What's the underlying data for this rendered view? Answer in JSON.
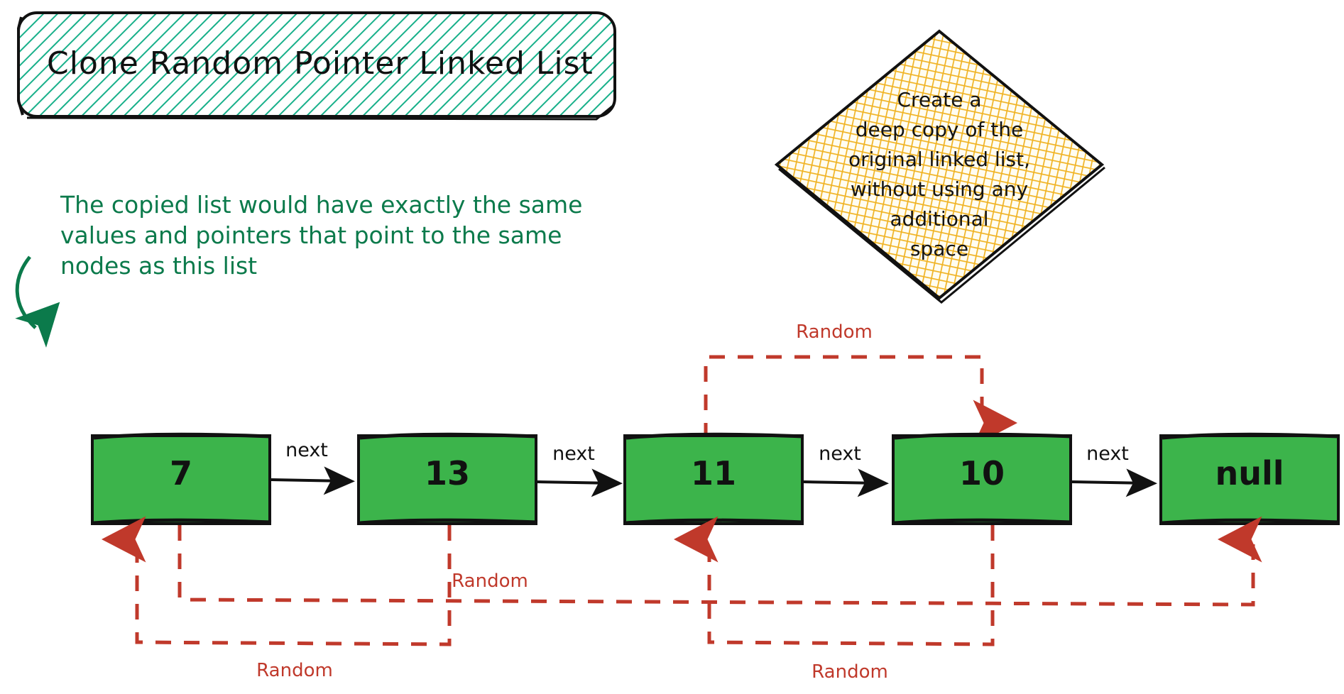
{
  "title": {
    "text": "Clone Random Pointer Linked List",
    "fill_color": "#18b08a",
    "stroke_color": "#111111",
    "pattern": "diagonal-hatch"
  },
  "callout": {
    "lines": [
      "Create a",
      "deep copy of the",
      "original linked list,",
      "without using any",
      "additional",
      "space"
    ],
    "shape": "diamond",
    "fill_color": "#f0b323",
    "pattern": "cross-hatch",
    "stroke_color": "#111111"
  },
  "note": {
    "lines": [
      "The copied list would have exactly the same",
      "values and pointers that point to the same",
      "nodes as this list"
    ],
    "color": "#0b7a4b",
    "arrow": "curved-down-arrow"
  },
  "linked_list": {
    "node_fill": "#3cb44b",
    "node_stroke": "#111111",
    "nodes": [
      {
        "value": "7"
      },
      {
        "value": "13"
      },
      {
        "value": "11"
      },
      {
        "value": "10"
      },
      {
        "value": "null"
      }
    ],
    "next_labels": [
      "next",
      "next",
      "next",
      "next"
    ],
    "next_color": "#111111"
  },
  "random_pointers": {
    "color": "#c0392b",
    "style": "dashed",
    "edges": [
      {
        "label": "Random",
        "from": "11",
        "to": "10",
        "route": "top"
      },
      {
        "label": "Random",
        "from": "7",
        "to": "null",
        "route": "bottom-upper"
      },
      {
        "label": "Random",
        "from": "13",
        "to": "7",
        "route": "bottom-lower-left"
      },
      {
        "label": "Random",
        "from": "10",
        "to": "11",
        "route": "bottom-lower-right"
      }
    ]
  }
}
